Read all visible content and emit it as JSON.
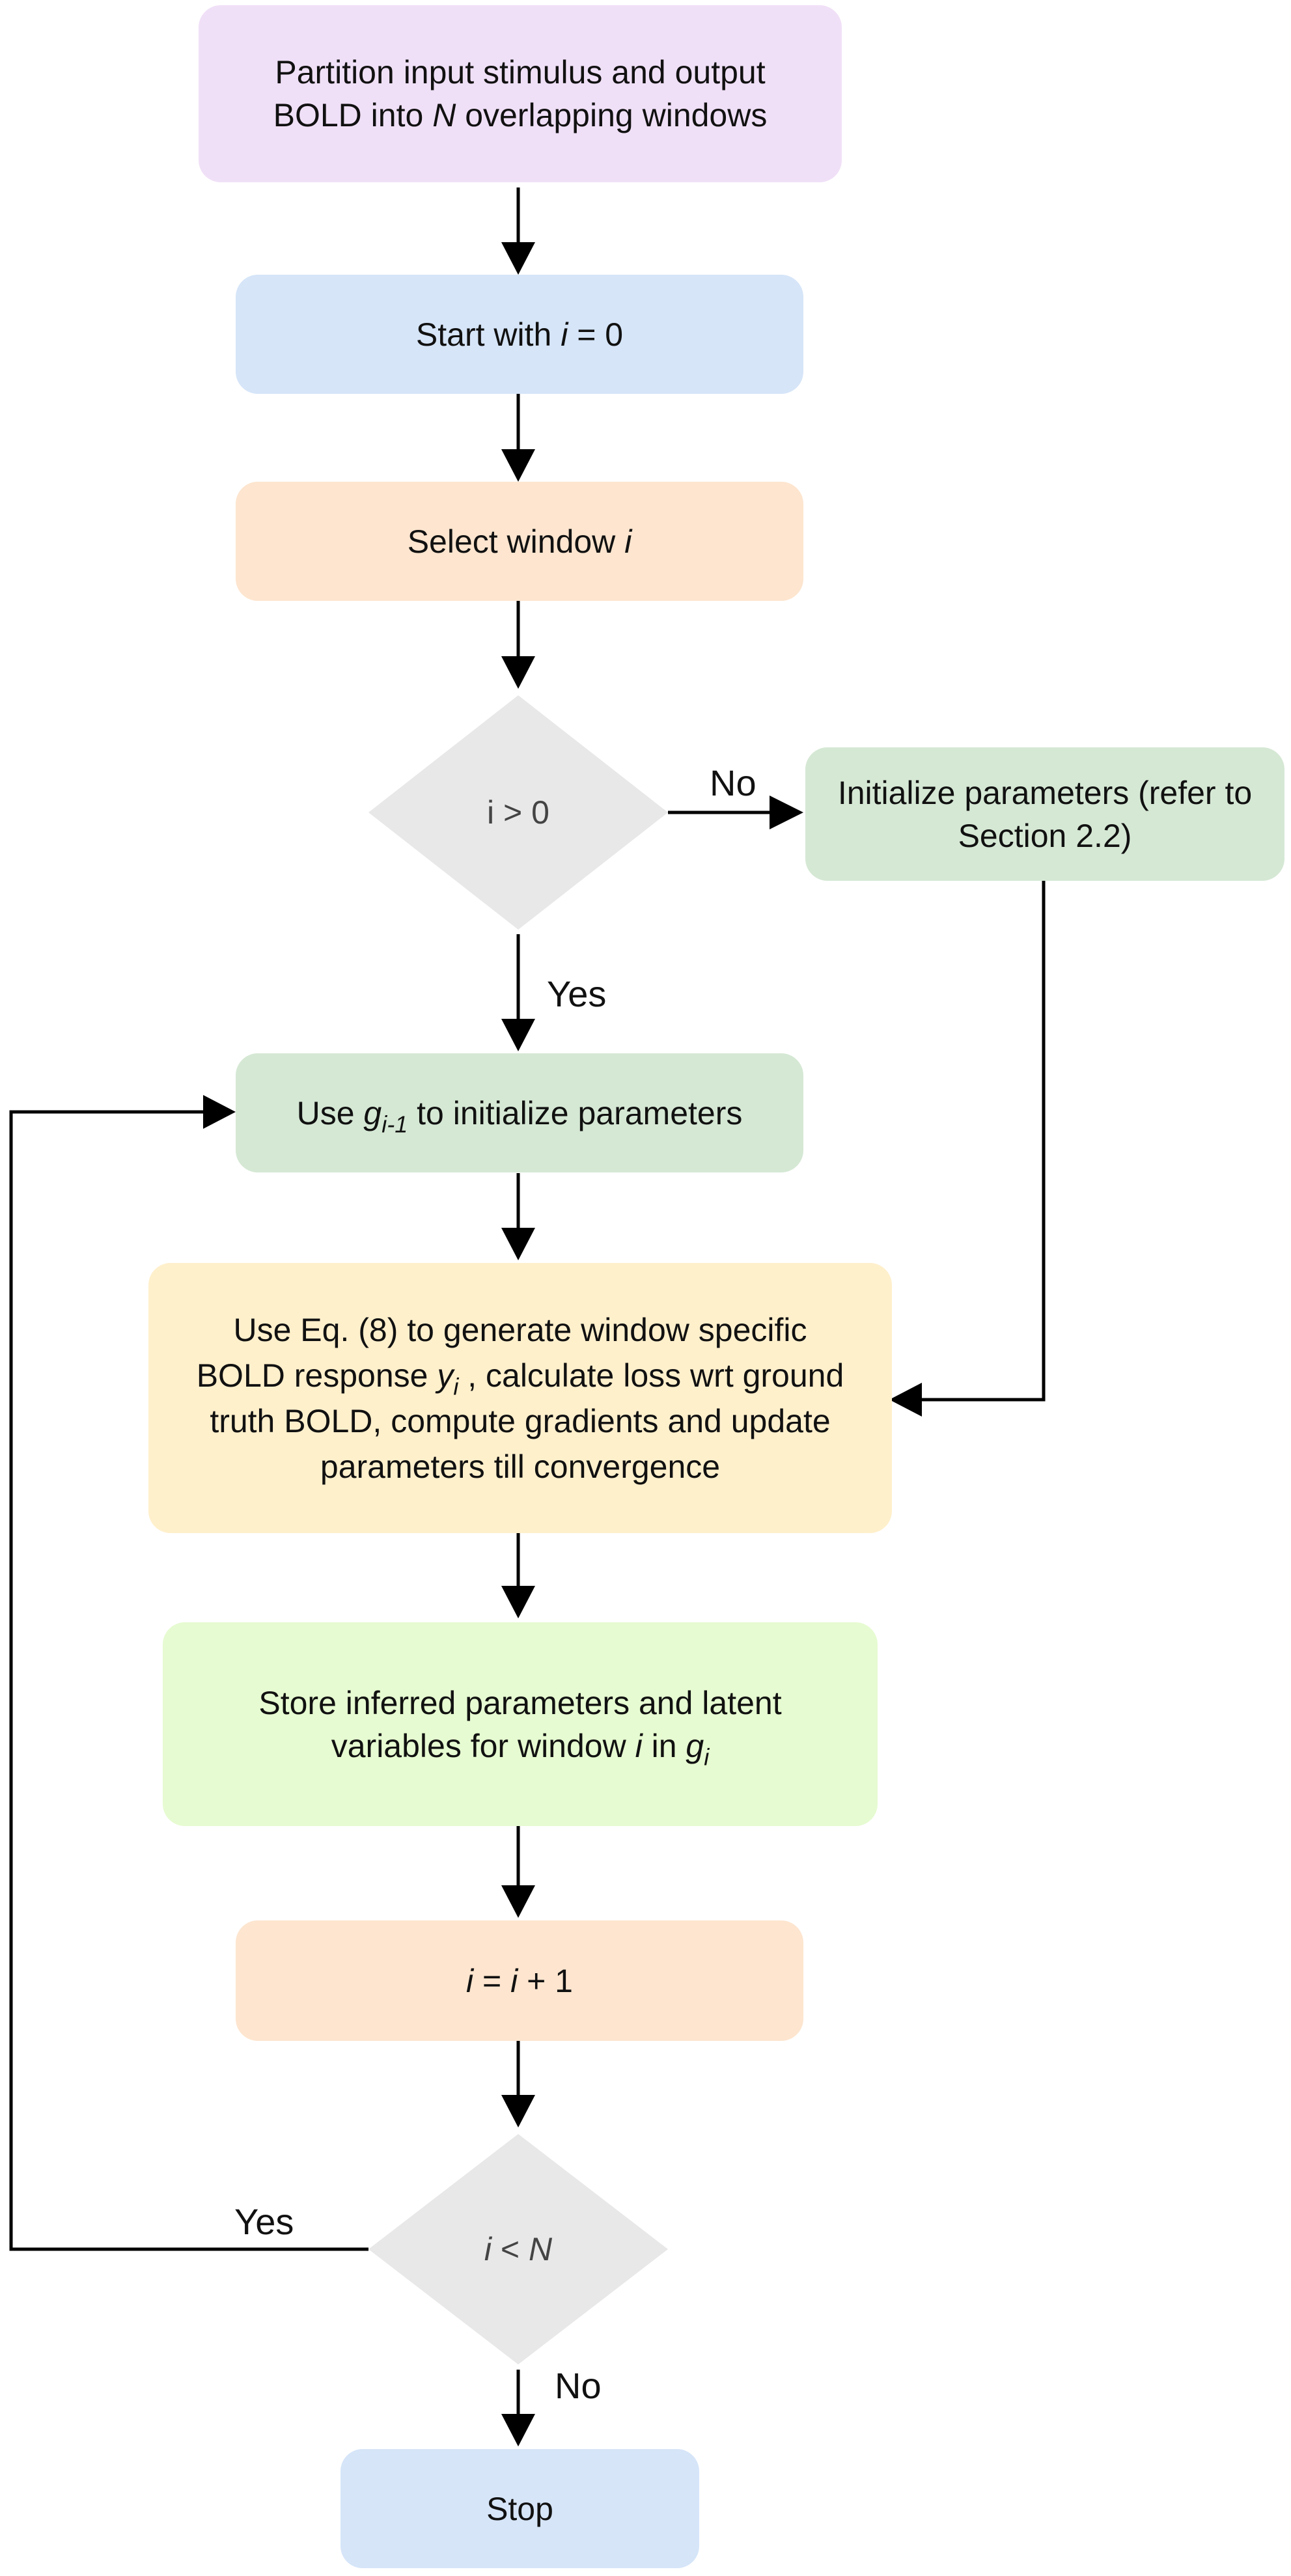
{
  "nodes": {
    "partition": {
      "l1": "Partition input stimulus and output",
      "l2a": "BOLD into ",
      "l2var": "N",
      "l2b": " overlapping windows",
      "fill": "#f0e0f7"
    },
    "start": {
      "text": "Start with ",
      "var": "i",
      "rest": " = 0",
      "fill": "#d6e5f8"
    },
    "select": {
      "text": "Select window ",
      "var": "i",
      "fill": "#fde5cf"
    },
    "check_i": {
      "text": "i > 0",
      "fill": "#e8e8e8"
    },
    "init_params": {
      "l1": "Initialize parameters (refer to",
      "l2": "Section 2.2)",
      "fill": "#d5e8d4"
    },
    "use_g": {
      "pre": "Use ",
      "var": "g",
      "sub": "i-1",
      "post": " to initialize parameters",
      "fill": "#d5e8d4"
    },
    "generate": {
      "l1": "Use Eq. (8) to generate window specific",
      "l2a": "BOLD response ",
      "l2var": "y",
      "l2sub": "i",
      "l2b": " , calculate loss wrt ground",
      "l3": "truth BOLD, compute gradients and update",
      "l4": "parameters till convergence",
      "fill": "#fff0cc"
    },
    "store": {
      "l1": "Store inferred parameters and latent",
      "l2a": "variables for window ",
      "l2var": "i",
      "l2b": " in ",
      "l2var2": "g",
      "l2sub": "i",
      "fill": "#e6fbd1"
    },
    "increment": {
      "v1": "i",
      "mid": " = ",
      "v2": "i",
      "rest": " + 1",
      "fill": "#fde5cf"
    },
    "check_n": {
      "v1": "i",
      "mid": " < ",
      "v2": "N",
      "fill": "#e8e8e8"
    },
    "stop": {
      "text": "Stop",
      "fill": "#d6e5f8"
    }
  },
  "edge_labels": {
    "no_right": "No",
    "yes_down": "Yes",
    "yes_loop": "Yes",
    "no_down": "No"
  },
  "colors": {
    "arrow": "#000000"
  }
}
